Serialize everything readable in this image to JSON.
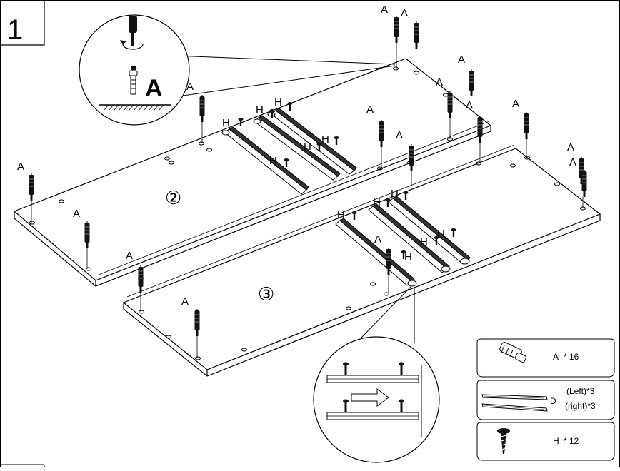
{
  "step": {
    "number": "1"
  },
  "detail_label": "A",
  "panels": [
    {
      "number": "②"
    },
    {
      "number": "③"
    }
  ],
  "callouts": {
    "cam_letter": "A",
    "screw_letter": "H"
  },
  "parts": [
    {
      "id": "cam-bolt",
      "code": "A",
      "qty_text": "*  16",
      "icon": "cam-bolt-icon"
    },
    {
      "id": "drawer-slide",
      "code": "D",
      "qty_left": "(Left)*3",
      "qty_right": "(right)*3",
      "icon": "drawer-slide-icon"
    },
    {
      "id": "screw",
      "code": "H",
      "qty_text": "*  12",
      "icon": "screw-icon"
    }
  ]
}
